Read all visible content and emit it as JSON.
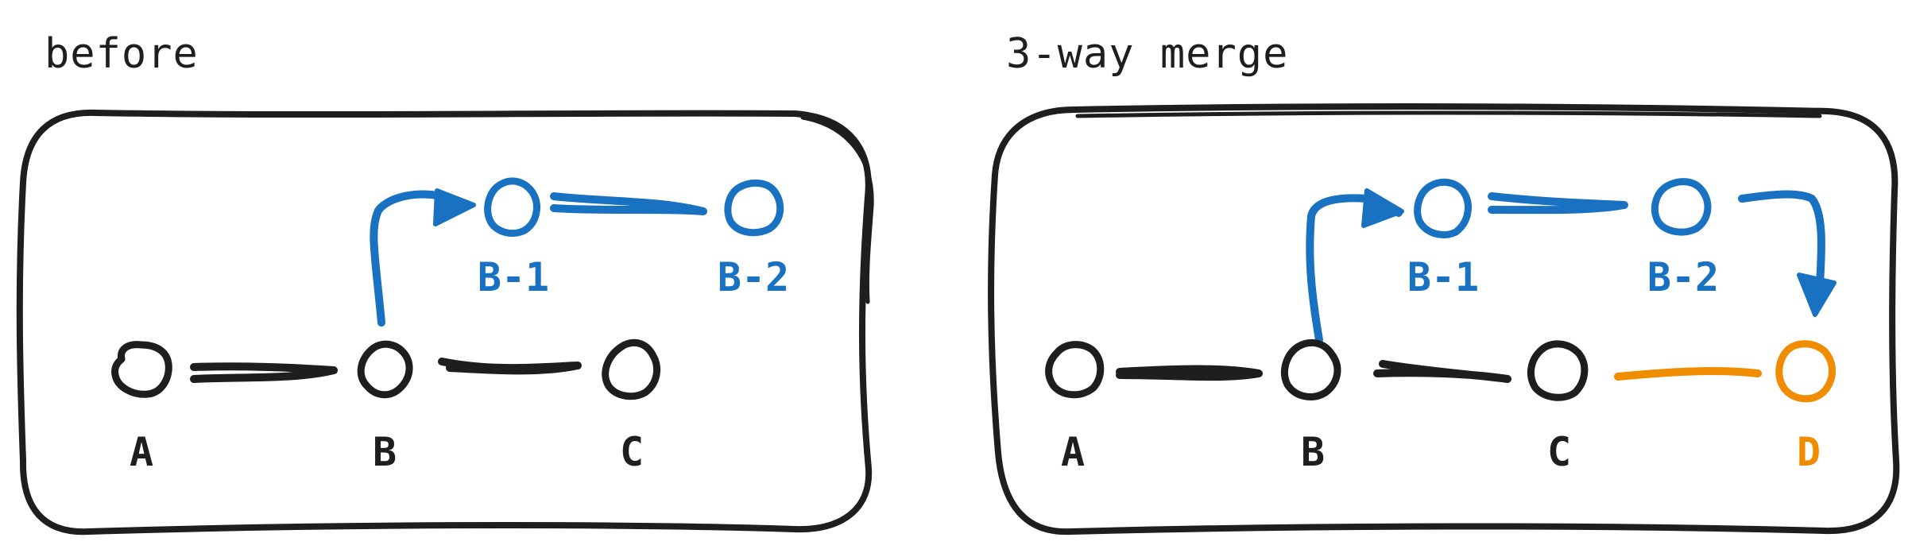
{
  "panels": [
    {
      "title": "before",
      "nodes": [
        {
          "id": "A",
          "label": "A",
          "color": "#1e1e1e"
        },
        {
          "id": "B",
          "label": "B",
          "color": "#1e1e1e"
        },
        {
          "id": "C",
          "label": "C",
          "color": "#1e1e1e"
        },
        {
          "id": "B-1",
          "label": "B-1",
          "color": "#1971c2"
        },
        {
          "id": "B-2",
          "label": "B-2",
          "color": "#1971c2"
        }
      ],
      "edges": [
        {
          "from": "A",
          "to": "B",
          "color": "#1e1e1e",
          "arrow": false
        },
        {
          "from": "B",
          "to": "C",
          "color": "#1e1e1e",
          "arrow": false
        },
        {
          "from": "B",
          "to": "B-1",
          "color": "#1971c2",
          "arrow": true
        },
        {
          "from": "B-1",
          "to": "B-2",
          "color": "#1971c2",
          "arrow": false
        }
      ]
    },
    {
      "title": "3-way merge",
      "nodes": [
        {
          "id": "A",
          "label": "A",
          "color": "#1e1e1e"
        },
        {
          "id": "B",
          "label": "B",
          "color": "#1e1e1e"
        },
        {
          "id": "C",
          "label": "C",
          "color": "#1e1e1e"
        },
        {
          "id": "D",
          "label": "D",
          "color": "#f08c00"
        },
        {
          "id": "B-1",
          "label": "B-1",
          "color": "#1971c2"
        },
        {
          "id": "B-2",
          "label": "B-2",
          "color": "#1971c2"
        }
      ],
      "edges": [
        {
          "from": "A",
          "to": "B",
          "color": "#1e1e1e",
          "arrow": false
        },
        {
          "from": "B",
          "to": "C",
          "color": "#1e1e1e",
          "arrow": false
        },
        {
          "from": "C",
          "to": "D",
          "color": "#f08c00",
          "arrow": false
        },
        {
          "from": "B",
          "to": "B-1",
          "color": "#1971c2",
          "arrow": true
        },
        {
          "from": "B-1",
          "to": "B-2",
          "color": "#1971c2",
          "arrow": false
        },
        {
          "from": "B-2",
          "to": "D",
          "color": "#1971c2",
          "arrow": true
        }
      ]
    }
  ]
}
